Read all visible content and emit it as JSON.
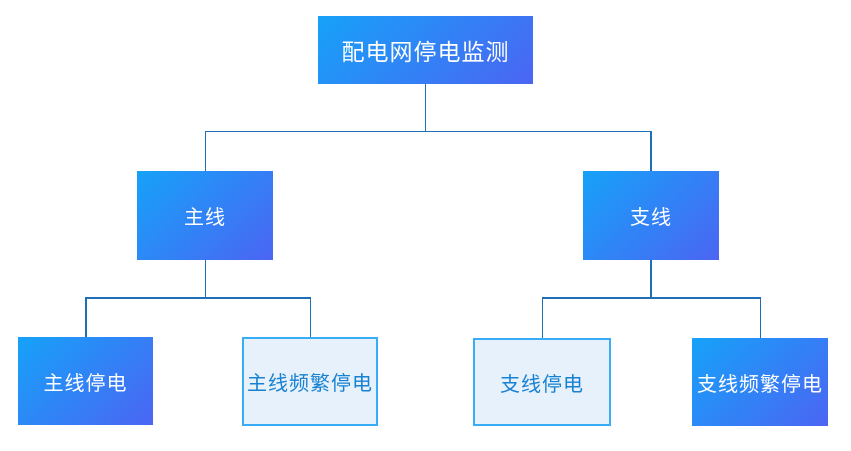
{
  "diagram": {
    "type": "tree",
    "root": {
      "label": "配电网停电监测"
    },
    "branches": [
      {
        "label": "主线",
        "children": [
          {
            "label": "主线停电",
            "variant": "solid"
          },
          {
            "label": "主线频繁停电",
            "variant": "outline"
          }
        ]
      },
      {
        "label": "支线",
        "children": [
          {
            "label": "支线停电",
            "variant": "outline"
          },
          {
            "label": "支线频繁停电",
            "variant": "solid"
          }
        ]
      }
    ],
    "colors": {
      "background": "#ffffff",
      "gradient_start": "#16a2f9",
      "gradient_end": "#4b65f3",
      "solid_text": "#ffffff",
      "outline_border": "#38acf6",
      "outline_bg": "#e7f1fb",
      "outline_text": "#1781d2",
      "connector": "#1e6fb8"
    }
  }
}
